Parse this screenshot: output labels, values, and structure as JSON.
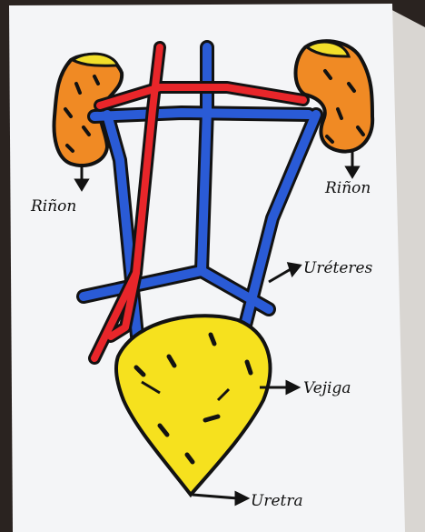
{
  "drawing": {
    "labels": {
      "kidney_left": "Riñon",
      "kidney_right": "Riñon",
      "ureters": "Uréteres",
      "bladder": "Vejiga",
      "urethra": "Uretra"
    },
    "colors": {
      "kidney": "#f08a24",
      "kidney_cap": "#f2df2a",
      "artery": "#e8262a",
      "vein": "#2a5bd6",
      "bladder": "#f6e11e",
      "outline": "#121212",
      "paper": "#f4f5f7",
      "background": "#2a2320"
    }
  }
}
